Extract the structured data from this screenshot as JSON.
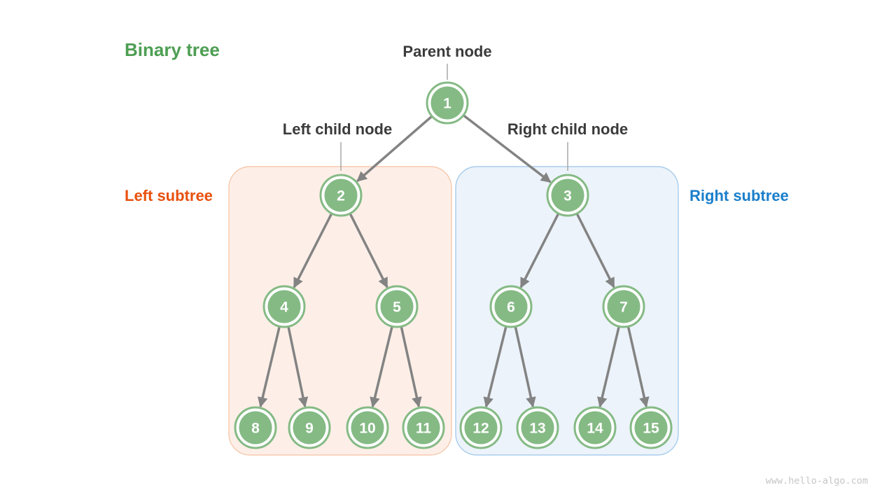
{
  "title": "Binary tree",
  "annotations": {
    "parent_node": "Parent node",
    "left_child_node": "Left child node",
    "right_child_node": "Right child node",
    "left_subtree": "Left subtree",
    "right_subtree": "Right subtree"
  },
  "watermark": "www.hello-algo.com",
  "colors": {
    "title_green": "#4d9e53",
    "node_green": "#85ba85",
    "node_text": "#ffffff",
    "annotation_text": "#3b3b3b",
    "left_subtree_text": "#e8500e",
    "left_subtree_fill": "#fdefe8",
    "left_subtree_border": "#f6c9ad",
    "right_subtree_text": "#1b7ecb",
    "right_subtree_fill": "#ecf3fa",
    "right_subtree_border": "#a9cdec",
    "edge_gray": "#838383",
    "watermark_gray": "#c6c6c6"
  },
  "nodes": [
    {
      "value": "1"
    },
    {
      "value": "2"
    },
    {
      "value": "3"
    },
    {
      "value": "4"
    },
    {
      "value": "5"
    },
    {
      "value": "6"
    },
    {
      "value": "7"
    },
    {
      "value": "8"
    },
    {
      "value": "9"
    },
    {
      "value": "10"
    },
    {
      "value": "11"
    },
    {
      "value": "12"
    },
    {
      "value": "13"
    },
    {
      "value": "14"
    },
    {
      "value": "15"
    }
  ],
  "edges": [
    [
      "1",
      "2"
    ],
    [
      "1",
      "3"
    ],
    [
      "2",
      "4"
    ],
    [
      "2",
      "5"
    ],
    [
      "3",
      "6"
    ],
    [
      "3",
      "7"
    ],
    [
      "4",
      "8"
    ],
    [
      "4",
      "9"
    ],
    [
      "5",
      "10"
    ],
    [
      "5",
      "11"
    ],
    [
      "6",
      "12"
    ],
    [
      "6",
      "13"
    ],
    [
      "7",
      "14"
    ],
    [
      "7",
      "15"
    ]
  ]
}
